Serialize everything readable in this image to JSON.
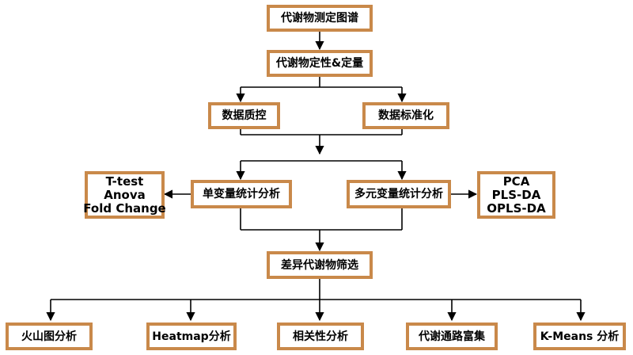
{
  "colors": {
    "border": "#C9894A",
    "line": "#000000",
    "text": "#000000"
  },
  "nodes": {
    "spectra": "代谢物测定图谱",
    "qual_quant": "代谢物定性&定量",
    "qc": "数据质控",
    "normalization": "数据标准化",
    "univariate": "单变量统计分析",
    "univariate_methods": [
      "T-test",
      "Anova",
      "Fold Change"
    ],
    "multivariate": "多元变量统计分析",
    "multivariate_methods": [
      "PCA",
      "PLS-DA",
      "OPLS-DA"
    ],
    "screening": "差异代谢物筛选",
    "outputs": [
      "火山图分析",
      "Heatmap分析",
      "相关性分析",
      "代谢通路富集",
      "K-Means 分析"
    ]
  }
}
